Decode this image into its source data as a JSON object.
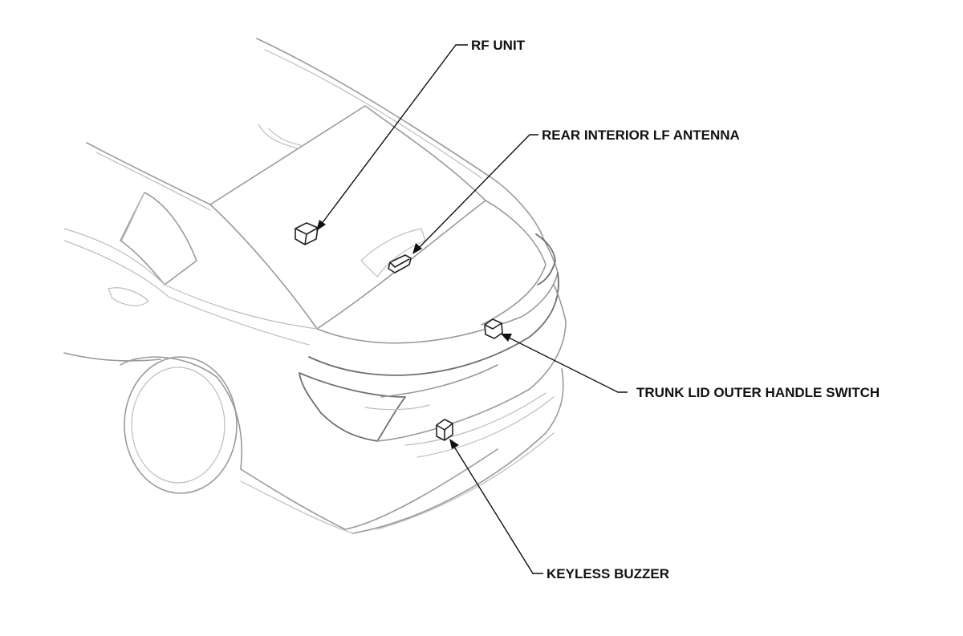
{
  "labels": {
    "rf_unit": "RF UNIT",
    "rear_interior_lf_antenna": "REAR INTERIOR LF ANTENNA",
    "trunk_lid_outer_handle_switch": "TRUNK LID OUTER HANDLE SWITCH",
    "keyless_buzzer": "KEYLESS BUZZER"
  },
  "colors": {
    "label_text": "#111111",
    "leader_line": "#111111",
    "car_outline": "#9a9a9a"
  }
}
